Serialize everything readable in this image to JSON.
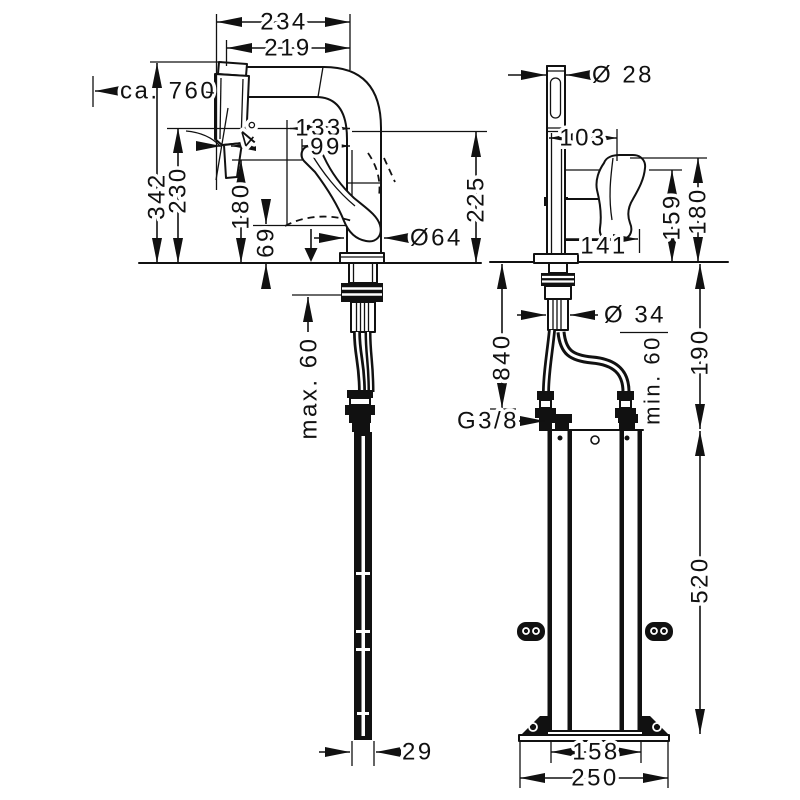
{
  "labels": {
    "left": {
      "w234": "234",
      "w219": "219",
      "pullout": "ca. 760",
      "h342": "342",
      "h230": "230",
      "h180": "180",
      "h69": "69",
      "p133": "133",
      "p99": "99",
      "angle": "4°",
      "dia64": "Ø64",
      "h225": "225",
      "max60": "max. 60",
      "w29": "29"
    },
    "right": {
      "dia28": "Ø 28",
      "w103": "103",
      "w141": "141",
      "h159": "159",
      "h180": "180",
      "l840": "840",
      "dia34": "Ø 34",
      "d190": "190",
      "min60": "min. 60",
      "thread": "G3/8",
      "h520": "520",
      "w158": "158",
      "w250": "250"
    },
    "colors": {
      "ink": "#111111",
      "paper": "#ffffff"
    }
  }
}
